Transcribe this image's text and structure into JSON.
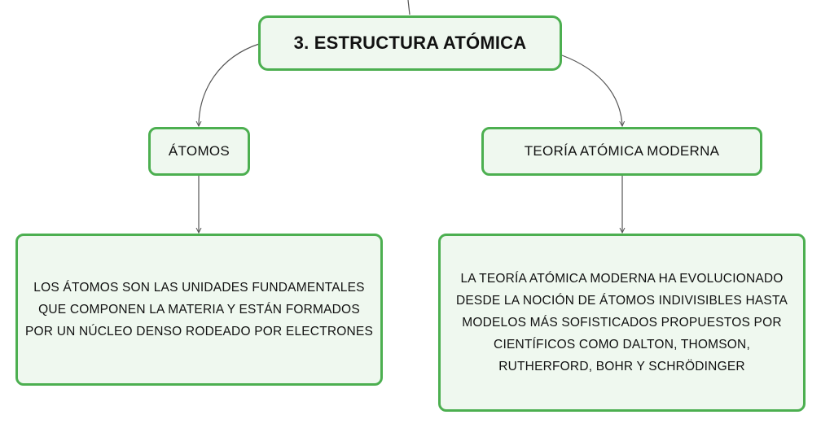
{
  "diagram": {
    "root": {
      "label": "3. ESTRUCTURA ATÓMICA"
    },
    "branches": [
      {
        "label": "ÁTOMOS",
        "detail": "LOS ÁTOMOS SON LAS UNIDADES FUNDAMENTALES QUE COMPONEN LA MATERIA Y ESTÁN FORMADOS POR UN NÚCLEO DENSO RODEADO POR ELECTRONES"
      },
      {
        "label": "TEORÍA ATÓMICA MODERNA",
        "detail": "LA TEORÍA ATÓMICA MODERNA HA EVOLUCIONADO DESDE LA NOCIÓN DE ÁTOMOS INDIVISIBLES HASTA MODELOS MÁS SOFISTICADOS PROPUESTOS POR CIENTÍFICOS COMO DALTON, THOMSON, RUTHERFORD, BOHR Y SCHRÖDINGER"
      }
    ]
  },
  "colors": {
    "node_border": "#4caf50",
    "node_fill": "#eff8ef",
    "connector": "#555555"
  }
}
